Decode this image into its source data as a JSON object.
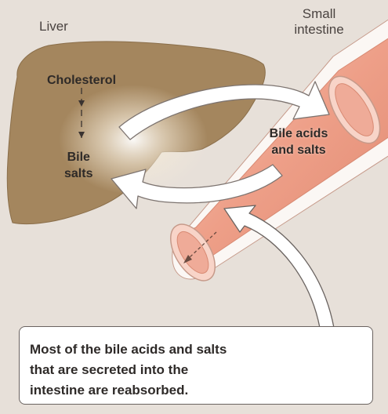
{
  "labels": {
    "liver": "Liver",
    "small_intestine_line1": "Small",
    "small_intestine_line2": "intestine",
    "cholesterol": "Cholesterol",
    "bile_salts_line1": "Bile",
    "bile_salts_line2": "salts",
    "bile_acids_line1": "Bile acids",
    "bile_acids_line2": "and salts"
  },
  "callout": {
    "line1": "Most of the bile acids and salts",
    "line2": "that are secreted into the",
    "line3": "intestine are reabsorbed."
  },
  "colors": {
    "background": "#e7e0d9",
    "liver": "#a4865e",
    "intestine": "#efab98",
    "arrow": "#ffffff",
    "text": "#2e2a28"
  }
}
